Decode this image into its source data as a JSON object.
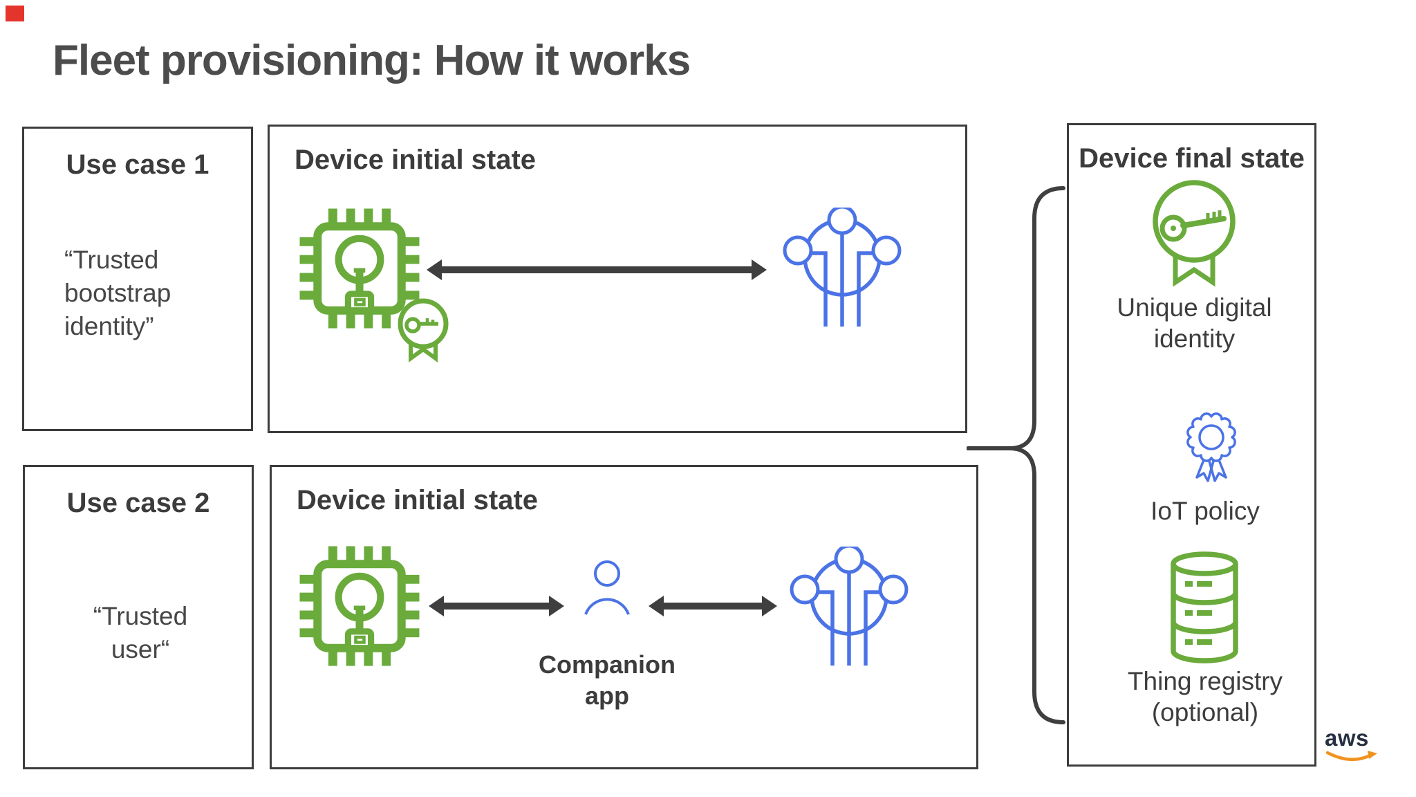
{
  "title": "Fleet provisioning: How it works",
  "use_cases": [
    {
      "heading": "Use case 1",
      "quote": "“Trusted bootstrap identity”"
    },
    {
      "heading": "Use case 2",
      "quote": "“Trusted user“"
    }
  ],
  "initial_boxes": [
    {
      "label": "Device initial state"
    },
    {
      "label": "Device initial state",
      "companion_label": "Companion app"
    }
  ],
  "final_state": {
    "heading": "Device final state",
    "items": [
      {
        "icon": "key-certificate-icon",
        "label": "Unique digital identity"
      },
      {
        "icon": "award-ribbon-icon",
        "label": "IoT policy"
      },
      {
        "icon": "database-icon",
        "label": "Thing registry (optional)"
      }
    ]
  },
  "logo": {
    "text": "aws"
  },
  "icons": {
    "iot-device-chip-icon": "green microchip with lightbulb",
    "key-badge-icon": "small circled key with ribbon",
    "iot-core-icon": "blue circuit sphere",
    "person-icon": "companion app user outline",
    "double-arrow": "two-way connection arrow",
    "brace": "curly brace grouping both flows"
  },
  "colors": {
    "green": "#6aab3c",
    "blue": "#4b73e6",
    "dark_gray": "#3c3c3c",
    "arrow_gray": "#3f3f3f",
    "aws_orange": "#f0921e",
    "aws_navy": "#273042",
    "marker_red": "#e5342b"
  }
}
